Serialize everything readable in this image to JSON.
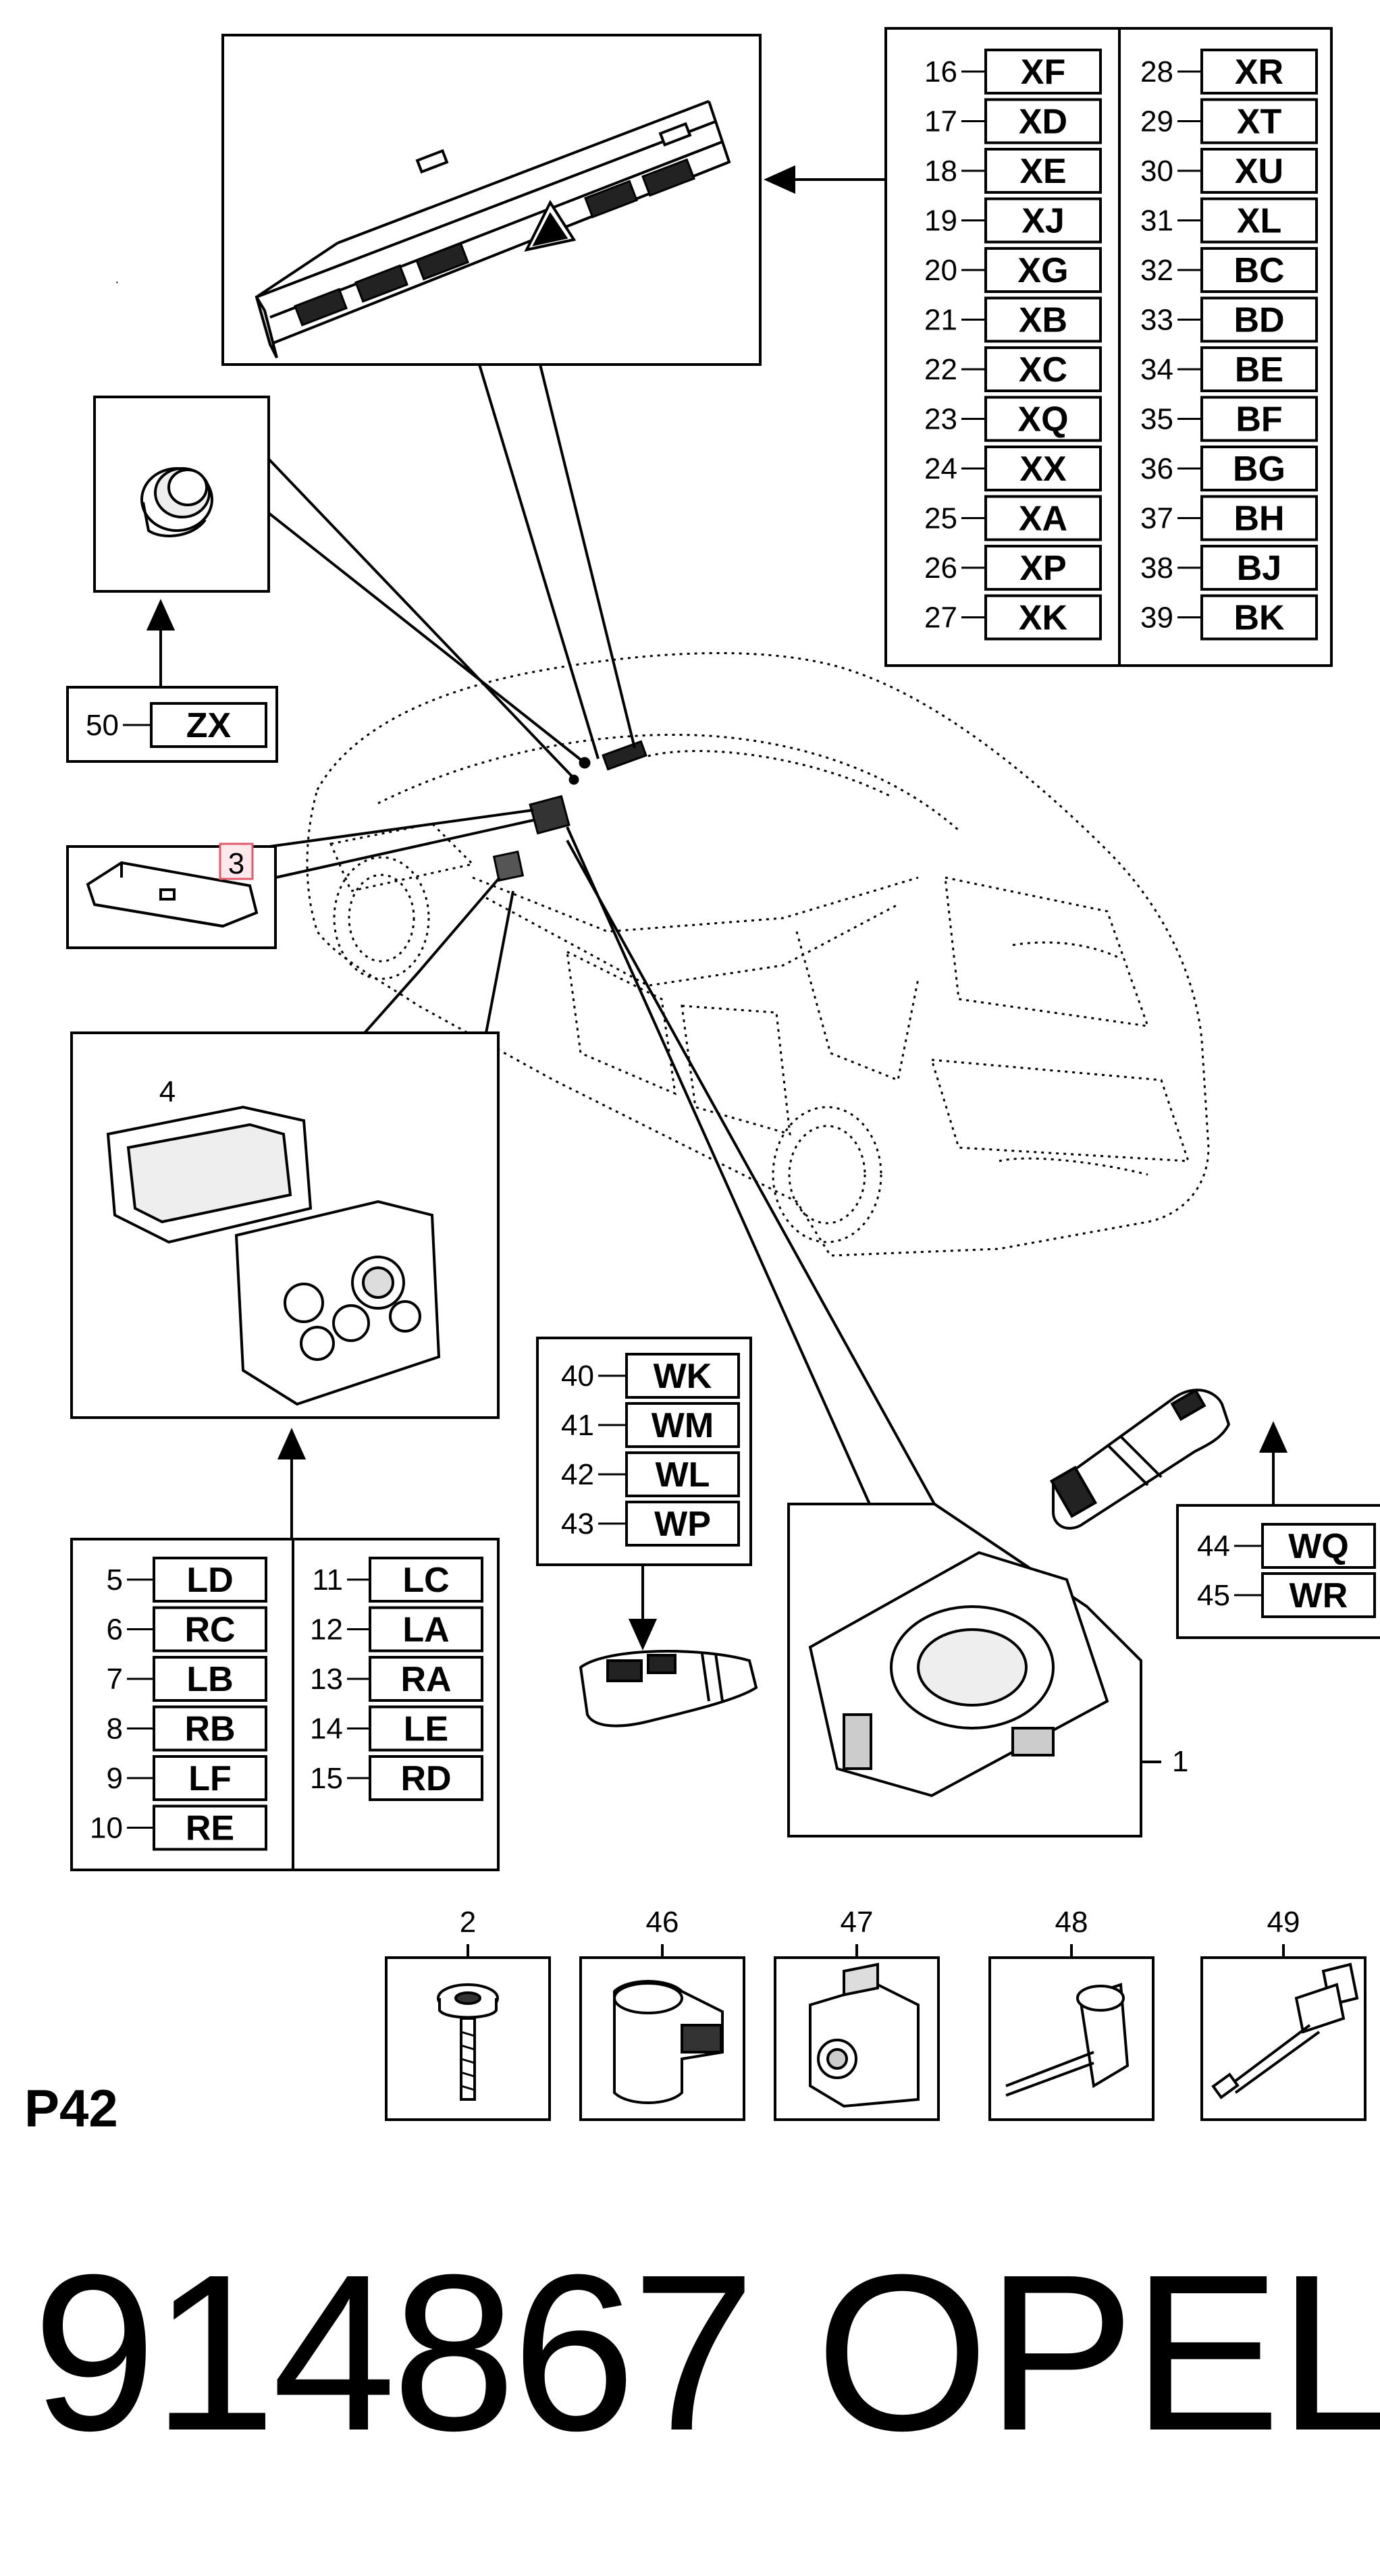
{
  "page": {
    "code": "P42",
    "catalog_number": "914867",
    "brand": "OPEL"
  },
  "callouts": {
    "c1": "1",
    "c2": "2",
    "c3": "3",
    "c4": "4",
    "c46": "46",
    "c47": "47",
    "c48": "48",
    "c49": "49"
  },
  "tables": {
    "switch_panel": [
      {
        "num": "16",
        "code": "XF"
      },
      {
        "num": "17",
        "code": "XD"
      },
      {
        "num": "18",
        "code": "XE"
      },
      {
        "num": "19",
        "code": "XJ"
      },
      {
        "num": "20",
        "code": "XG"
      },
      {
        "num": "21",
        "code": "XB"
      },
      {
        "num": "22",
        "code": "XC"
      },
      {
        "num": "23",
        "code": "XQ"
      },
      {
        "num": "24",
        "code": "XX"
      },
      {
        "num": "25",
        "code": "XA"
      },
      {
        "num": "26",
        "code": "XP"
      },
      {
        "num": "27",
        "code": "XK"
      },
      {
        "num": "28",
        "code": "XR"
      },
      {
        "num": "29",
        "code": "XT"
      },
      {
        "num": "30",
        "code": "XU"
      },
      {
        "num": "31",
        "code": "XL"
      },
      {
        "num": "32",
        "code": "BC"
      },
      {
        "num": "33",
        "code": "BD"
      },
      {
        "num": "34",
        "code": "BE"
      },
      {
        "num": "35",
        "code": "BF"
      },
      {
        "num": "36",
        "code": "BG"
      },
      {
        "num": "37",
        "code": "BH"
      },
      {
        "num": "38",
        "code": "BJ"
      },
      {
        "num": "39",
        "code": "BK"
      }
    ],
    "start_button": [
      {
        "num": "50",
        "code": "ZX"
      }
    ],
    "light_switch": [
      {
        "num": "5",
        "code": "LD"
      },
      {
        "num": "6",
        "code": "RC"
      },
      {
        "num": "7",
        "code": "LB"
      },
      {
        "num": "8",
        "code": "RB"
      },
      {
        "num": "9",
        "code": "LF"
      },
      {
        "num": "10",
        "code": "RE"
      },
      {
        "num": "11",
        "code": "LC"
      },
      {
        "num": "12",
        "code": "LA"
      },
      {
        "num": "13",
        "code": "RA"
      },
      {
        "num": "14",
        "code": "LE"
      },
      {
        "num": "15",
        "code": "RD"
      }
    ],
    "left_stalk": [
      {
        "num": "40",
        "code": "WK"
      },
      {
        "num": "41",
        "code": "WM"
      },
      {
        "num": "42",
        "code": "WL"
      },
      {
        "num": "43",
        "code": "WP"
      }
    ],
    "right_stalk": [
      {
        "num": "44",
        "code": "WQ"
      },
      {
        "num": "45",
        "code": "WR"
      }
    ]
  },
  "colors": {
    "line": "#000000",
    "background": "#ffffff",
    "highlight": "#e05a6a"
  }
}
